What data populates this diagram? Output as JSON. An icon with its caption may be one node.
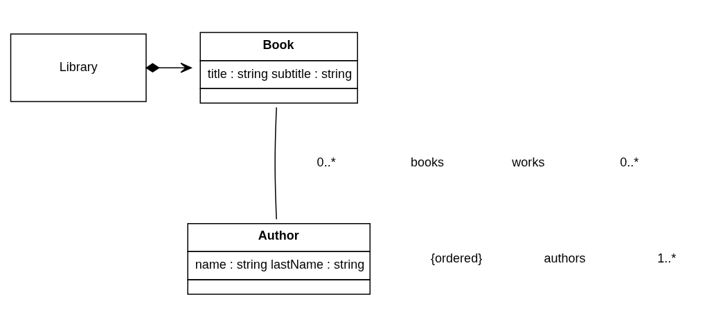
{
  "diagram": {
    "nodes": [
      {
        "text": [
          "Library"
        ]
      },
      {
        "text": [
          "Book",
          "title : string subtitle : string"
        ]
      },
      {
        "text": [
          "Author",
          "name : string lastName : string"
        ]
      }
    ],
    "edges": [
      {
        "from": 0,
        "to": 1,
        "arrow": "to"
      },
      {
        "from": 1,
        "to": 2,
        "arrow": "none"
      }
    ],
    "labels": [
      "0..*",
      "books",
      "works",
      "0..*",
      "{ordered}",
      "authors",
      "1..*"
    ]
  }
}
